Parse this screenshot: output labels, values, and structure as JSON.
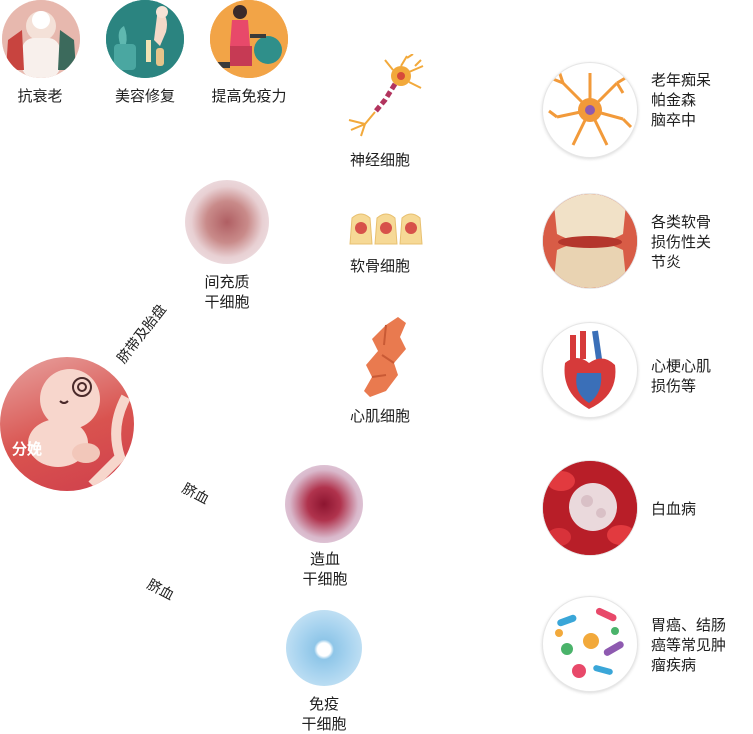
{
  "top_benefits": [
    {
      "label": "抗衰老",
      "icon": "anti-aging-icon",
      "color": "#c8443f"
    },
    {
      "label": "美容修复",
      "icon": "beauty-repair-icon",
      "color": "#2f8f8a"
    },
    {
      "label": "提高免疫力",
      "icon": "immunity-icon",
      "color": "#e28b2c"
    }
  ],
  "source": {
    "label": "分娩",
    "color": "#d9534f"
  },
  "branches": {
    "placenta": "脐带及胎盘",
    "cord_blood_1": "脐血",
    "cord_blood_2": "脐血"
  },
  "stem_cells": [
    {
      "label": "间充质\n干细胞"
    },
    {
      "label": "造血\n干细胞"
    },
    {
      "label": "免疫\n干细胞"
    }
  ],
  "derived_cells": [
    {
      "label": "神经细胞"
    },
    {
      "label": "软骨细胞"
    },
    {
      "label": "心肌细胞"
    }
  ],
  "diseases": [
    {
      "label": "老年痴呆\n帕金森\n脑卒中",
      "icon": "neuron-icon"
    },
    {
      "label": "各类软骨\n损伤性关\n节炎",
      "icon": "knee-joint-icon"
    },
    {
      "label": "心梗心肌\n损伤等",
      "icon": "heart-icon"
    },
    {
      "label": "白血病",
      "icon": "blood-cells-icon"
    },
    {
      "label": "胃癌、结肠\n癌等常见肿\n瘤疾病",
      "icon": "bacteria-icon"
    }
  ]
}
